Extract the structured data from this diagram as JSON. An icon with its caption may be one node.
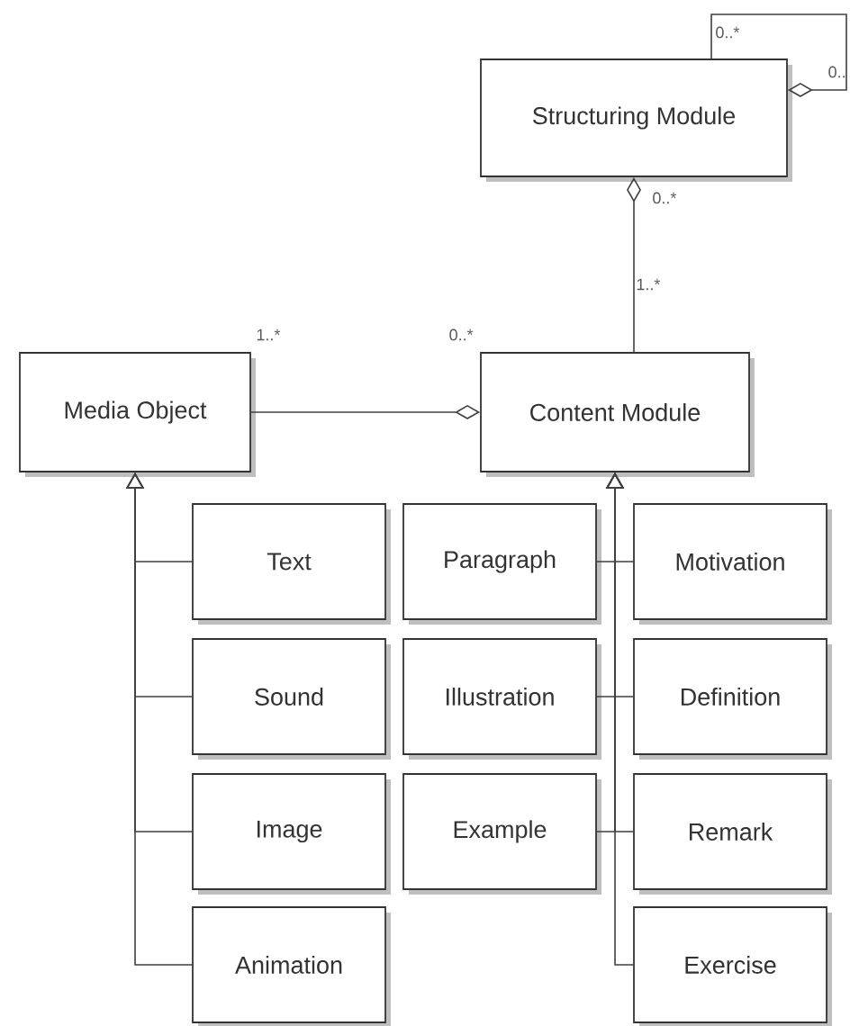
{
  "diagram": {
    "nodes": [
      {
        "text": [
          "Structuring Module"
        ]
      },
      {
        "text": [
          "Media Object"
        ]
      },
      {
        "text": [
          "Content Module"
        ]
      },
      {
        "text": [
          "Text"
        ]
      },
      {
        "text": [
          "Sound"
        ]
      },
      {
        "text": [
          "Image"
        ]
      },
      {
        "text": [
          "Animation"
        ]
      },
      {
        "text": [
          "Paragraph"
        ]
      },
      {
        "text": [
          "Motivation"
        ]
      },
      {
        "text": [
          "Illustration"
        ]
      },
      {
        "text": [
          "Definition"
        ]
      },
      {
        "text": [
          "Example"
        ]
      },
      {
        "text": [
          "Remark"
        ]
      },
      {
        "text": [
          "Exercise"
        ]
      }
    ],
    "edges": [
      {
        "from": 0,
        "to": 0,
        "arrow": "other"
      },
      {
        "from": 2,
        "to": 0,
        "arrow": "other"
      },
      {
        "from": 1,
        "to": 2,
        "arrow": "other"
      },
      {
        "from": 3,
        "to": 1,
        "arrow": "to"
      },
      {
        "from": 4,
        "to": 1,
        "arrow": "to"
      },
      {
        "from": 5,
        "to": 1,
        "arrow": "to"
      },
      {
        "from": 6,
        "to": 1,
        "arrow": "to"
      },
      {
        "from": 7,
        "to": 2,
        "arrow": "to"
      },
      {
        "from": 8,
        "to": 2,
        "arrow": "to"
      },
      {
        "from": 9,
        "to": 2,
        "arrow": "to"
      },
      {
        "from": 10,
        "to": 2,
        "arrow": "to"
      },
      {
        "from": 11,
        "to": 2,
        "arrow": "to"
      },
      {
        "from": 12,
        "to": 2,
        "arrow": "to"
      },
      {
        "from": 13,
        "to": 2,
        "arrow": "to"
      }
    ],
    "labels": [
      "0..*",
      "0..",
      "0..*",
      "1..*",
      "1..*",
      "0..*"
    ]
  }
}
